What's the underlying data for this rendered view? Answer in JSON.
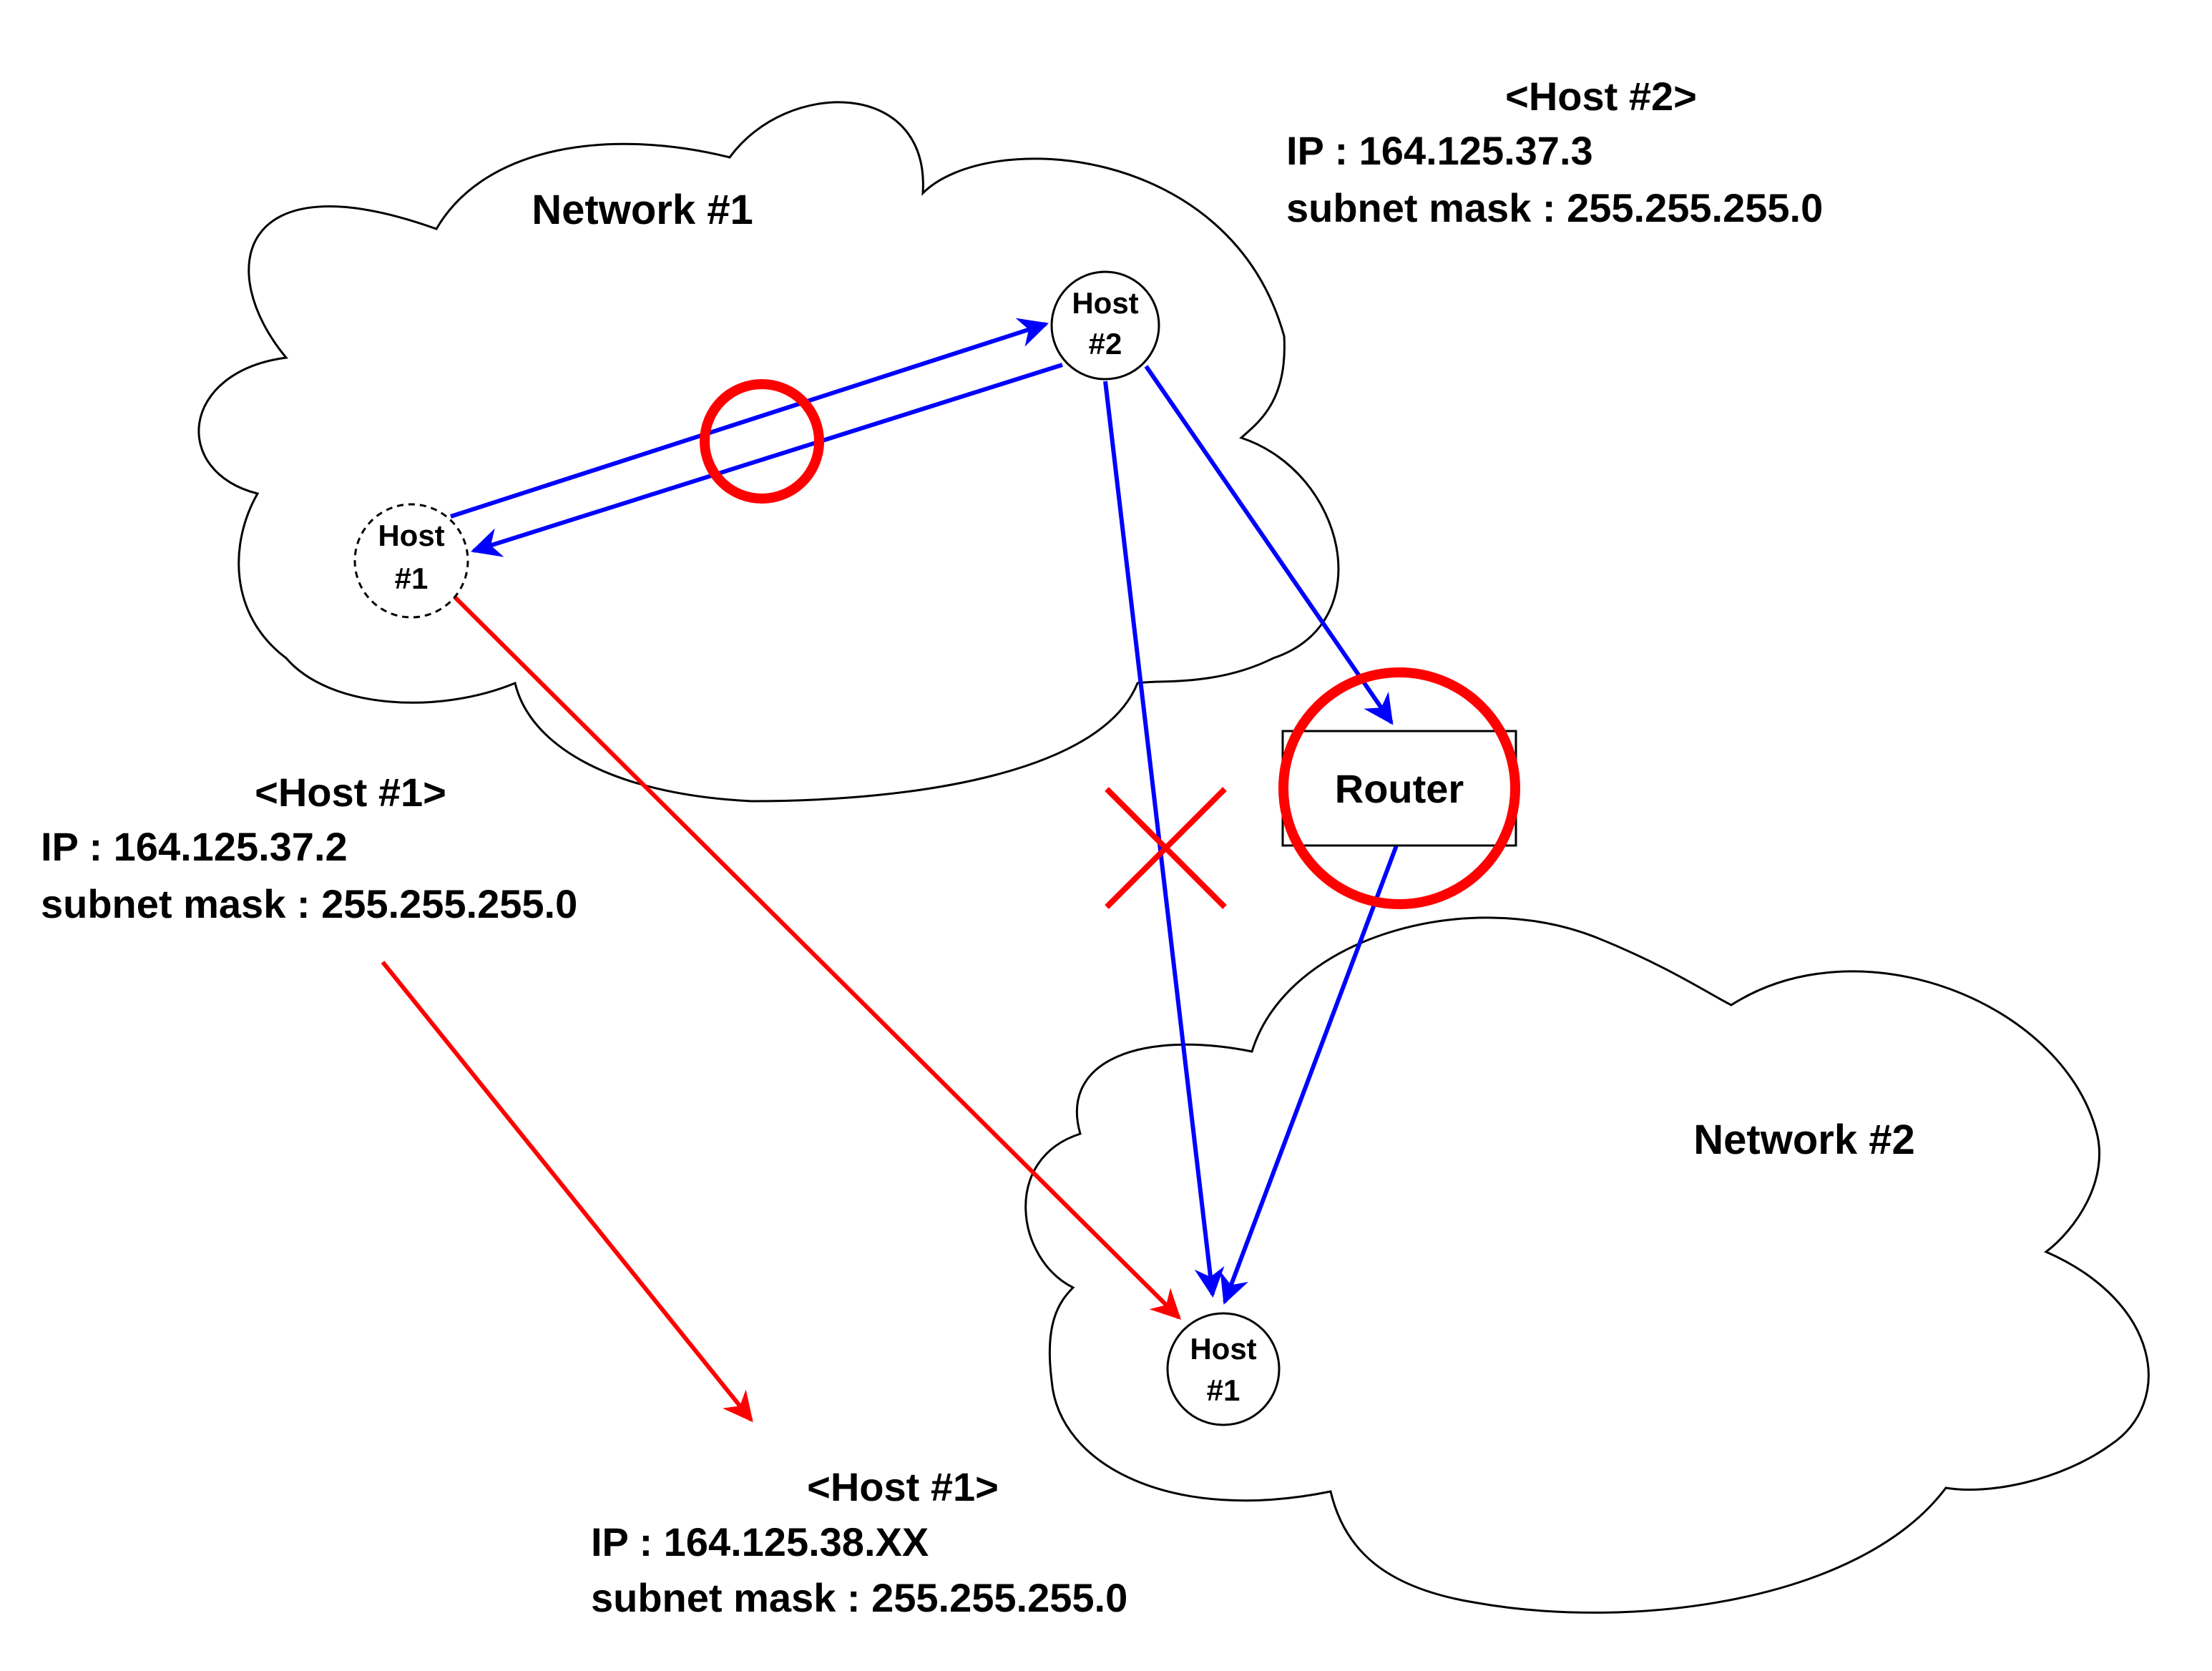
{
  "networks": [
    {
      "id": "net1",
      "label": "Network #1"
    },
    {
      "id": "net2",
      "label": "Network #2"
    }
  ],
  "nodes": {
    "host2_net1": {
      "line1": "Host",
      "line2": "#2"
    },
    "host1_net1": {
      "line1": "Host",
      "line2": "#1"
    },
    "host1_net2": {
      "line1": "Host",
      "line2": "#1"
    },
    "router": {
      "label": "Router"
    }
  },
  "info_boxes": {
    "host2": {
      "title": "<Host #2>",
      "ip": "IP : 164.125.37.3",
      "mask": "subnet mask : 255.255.255.0"
    },
    "host1_old": {
      "title": "<Host #1>",
      "ip": "IP : 164.125.37.2",
      "mask": "subnet mask : 255.255.255.0"
    },
    "host1_new": {
      "title": "<Host #1>",
      "ip": "IP : 164.125.38.XX",
      "mask": "subnet mask : 255.255.255.0"
    }
  },
  "edges": [
    {
      "from": "host1_net1",
      "to": "host2_net1",
      "color": "#0000ff"
    },
    {
      "from": "host2_net1",
      "to": "host1_net1",
      "color": "#0000ff"
    },
    {
      "from": "host2_net1",
      "to": "router",
      "color": "#0000ff"
    },
    {
      "from": "host2_net1",
      "to": "host1_net2",
      "color": "#0000ff",
      "blocked": true
    },
    {
      "from": "router",
      "to": "host1_net2",
      "color": "#0000ff"
    },
    {
      "from": "host1_net1",
      "to": "host1_net2",
      "color": "#ff0000"
    },
    {
      "from": "host1_old",
      "to": "host1_new",
      "color": "#ff0000"
    }
  ],
  "colors": {
    "link": "#0000ff",
    "highlight": "#ff0000",
    "outline": "#000000"
  }
}
